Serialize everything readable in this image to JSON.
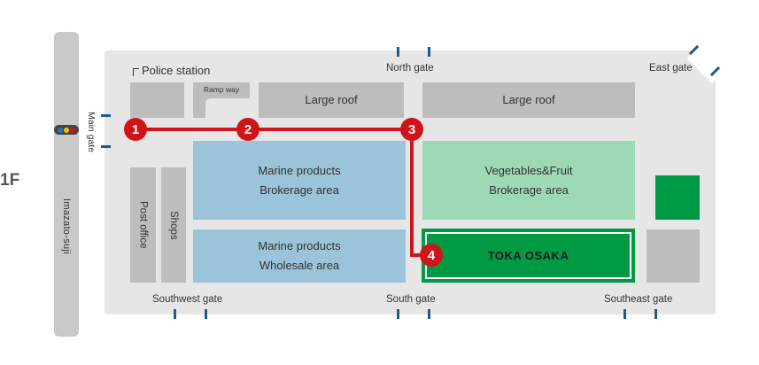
{
  "floor_label": "1F",
  "road": {
    "label": "Imazato-suji"
  },
  "signal_colors": [
    "#1e73c8",
    "#f2c200",
    "#d0141a"
  ],
  "colors": {
    "route": "#d0141a",
    "gate": "#1e5a8c",
    "marine_area": "#9bc3d9",
    "vegetables_area": "#9ed9b6",
    "toka_osaka": "#009a44",
    "building": "#bdbdbd",
    "site": "#e6e6e6"
  },
  "gates": {
    "main": "Main gate",
    "north": "North gate",
    "east": "East gate",
    "southwest": "Southwest gate",
    "south": "South gate",
    "southeast": "Southeast gate"
  },
  "buildings": {
    "police_station": "Police station",
    "ramp_way": "Ramp way",
    "large_roof_1": "Large roof",
    "large_roof_2": "Large roof",
    "marine_brokerage_line1": "Marine products",
    "marine_brokerage_line2": "Brokerage area",
    "marine_wholesale_line1": "Marine products",
    "marine_wholesale_line2": "Wholesale area",
    "vegetables_line1": "Vegetables&Fruit",
    "vegetables_line2": "Brokerage area",
    "post_office": "Post office",
    "shops": "Shops",
    "toka_osaka": "TOKA OSAKA"
  },
  "route_markers": [
    "1",
    "2",
    "3",
    "4"
  ]
}
